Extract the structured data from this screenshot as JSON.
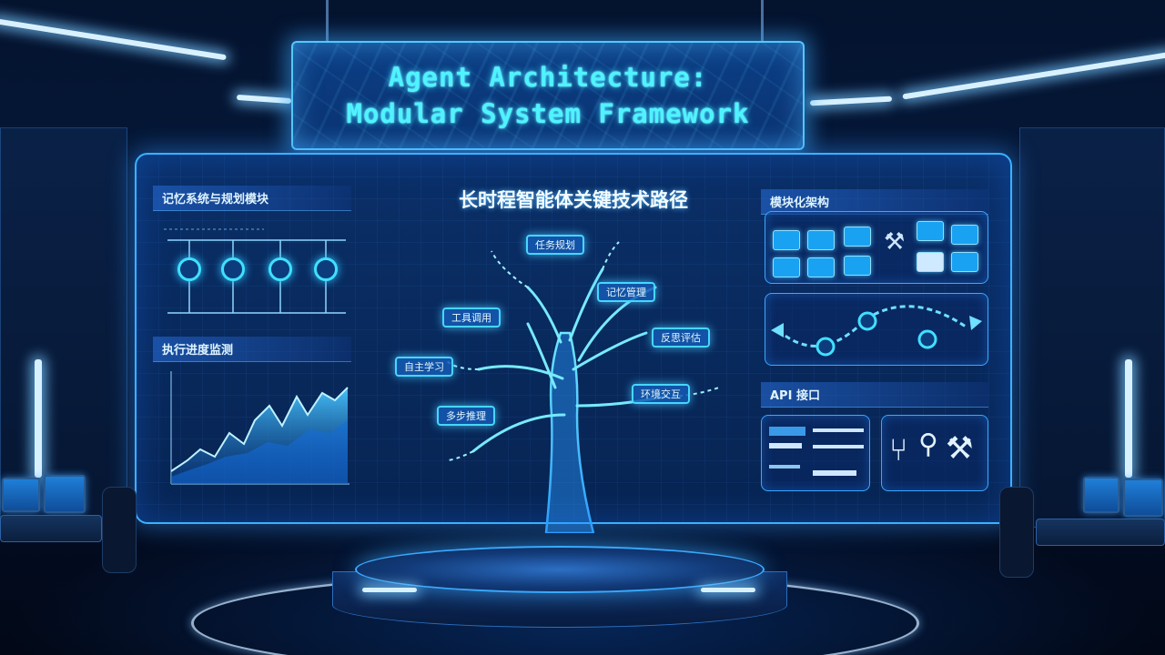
{
  "title_sign": {
    "line1": "Agent Architecture:",
    "line2": "Modular System Framework"
  },
  "main_screen": {
    "center_title": "长时程智能体关键技术路径",
    "left_top_panel": {
      "title": "记忆系统与规划模块",
      "node_count": 4
    },
    "left_bottom_panel": {
      "title": "执行进度监测"
    },
    "right_top_panel": {
      "title": "模块化架构"
    },
    "right_bottom_panel": {
      "title": "API 接口"
    },
    "tree_branches": [
      "任务规划",
      "记忆管理",
      "工具调用",
      "反思评估",
      "自主学习",
      "环境交互",
      "多步推理"
    ]
  },
  "colors": {
    "accent": "#3fe0ff",
    "title_text": "#4ff3ff",
    "screen_border": "#3ab2ff",
    "background": "#020a1c"
  },
  "icons": [
    "wrench-icon",
    "fork-icon",
    "screwdriver-icon",
    "spanner-icon",
    "chain-link-icon",
    "arrow-icon"
  ]
}
